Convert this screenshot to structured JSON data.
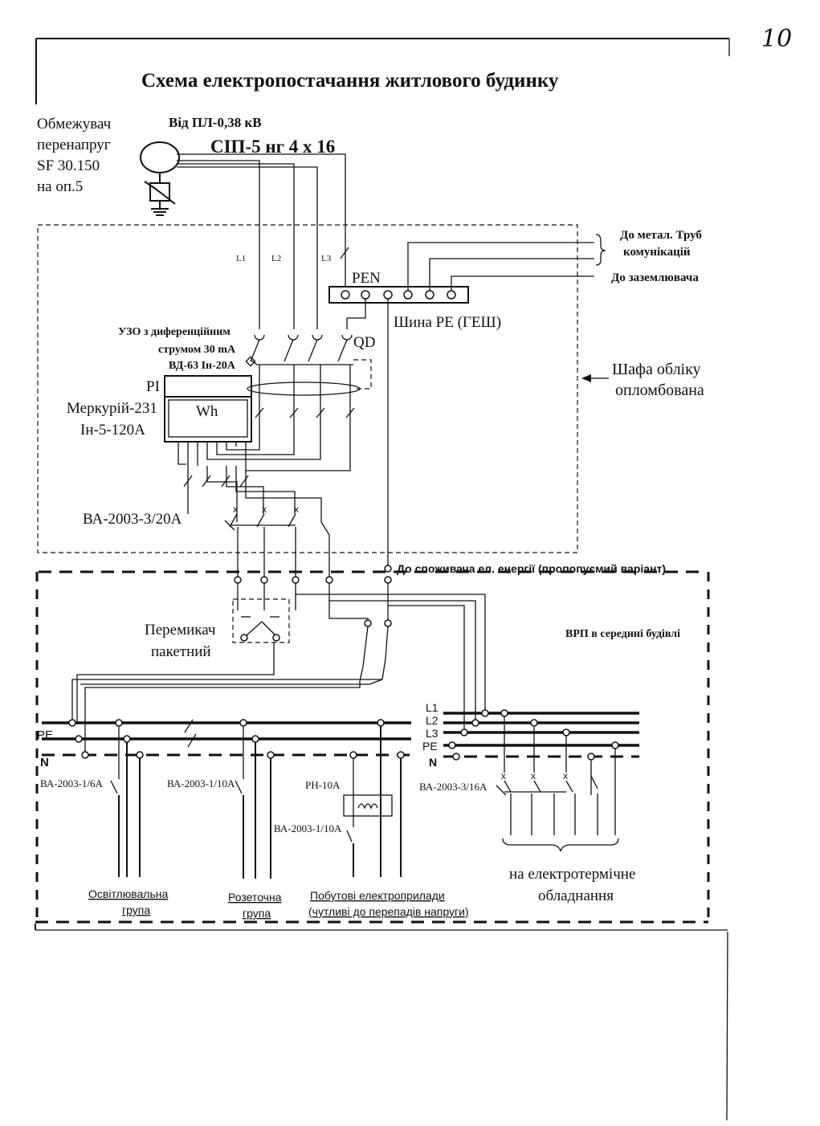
{
  "title": "Схема електропостачання житлового будинку",
  "page_number": "10",
  "surge": {
    "line1": "Обмежувач",
    "line2": "перенапруг",
    "line3": "SF 30.150",
    "line4": "на оп.5"
  },
  "source": {
    "line": "Від ПЛ-0,38 кВ",
    "cable": "СІП-5 нг 4 х 16"
  },
  "phases": {
    "l1": "L1",
    "l2": "L2",
    "l3": "L3",
    "pen": "PEN"
  },
  "pipes": {
    "line1": "До метал. Труб",
    "line2": "комунікацій"
  },
  "ground": "До заземлювача",
  "pe_bus": "Шина PE (ГЕШ)",
  "rcd": {
    "line1": "УЗО  з диференційним",
    "line2": "струмом 30 mA",
    "model": "ВД-63 Ін-20А",
    "tag": "QD"
  },
  "cabinet": {
    "line1": "Шафа обліку",
    "line2": "опломбована"
  },
  "meter": {
    "tag": "PI",
    "model": "Меркурій-231",
    "rating": "Ін-5-120А",
    "symbol": "Wh"
  },
  "main_breaker": "ВА-2003-3/20А",
  "consumer": "До споживача ел. енергії (пропопуємий варіант)",
  "switch": {
    "line1": "Перемикач",
    "line2": "пакетний"
  },
  "vrp": "ВРП в середині будівлі",
  "bus_labels": {
    "pe": "PE",
    "n": "N",
    "l1": "L1",
    "l2": "L2",
    "l3": "L3",
    "pe2": "PE",
    "n2": "N"
  },
  "breakers": {
    "b1": "ВА-2003-1/6А",
    "b2": "ВА-2003-1/10А",
    "b3": "ВА-2003-1/10А",
    "b4": "ВА-2003-3/16А",
    "relay": "РН-10А"
  },
  "groups": {
    "lighting1": "Освітлювальна",
    "lighting2": "група",
    "socket1": "Розеточна",
    "socket2": "група",
    "appliances1": "Побутові електроприлади",
    "appliances2": "(чутливі до перепадів напруги)",
    "thermal1": "на електротермічне",
    "thermal2": "обладнання"
  }
}
